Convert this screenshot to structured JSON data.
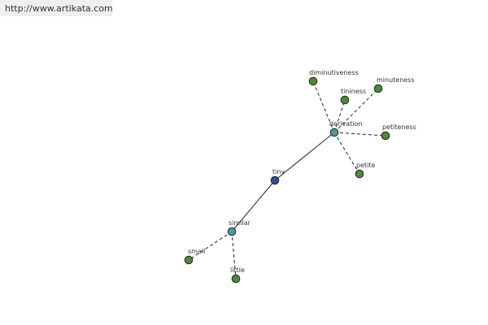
{
  "source": {
    "link_text": "http://www.artikata.com"
  },
  "graph": {
    "colors": {
      "root": "#3a4a8c",
      "relation": "#4f9a9a",
      "word": "#4a8a3a",
      "outline": "#1e2b1e",
      "edge": "#222222"
    },
    "nodes": [
      {
        "id": "tiny",
        "label": "tiny",
        "kind": "root"
      },
      {
        "id": "derivation",
        "label": "derivation",
        "kind": "relation"
      },
      {
        "id": "similar",
        "label": "similar",
        "kind": "relation"
      },
      {
        "id": "diminutiveness",
        "label": "diminutiveness",
        "kind": "word"
      },
      {
        "id": "tininess",
        "label": "tininess",
        "kind": "word"
      },
      {
        "id": "minuteness",
        "label": "minuteness",
        "kind": "word"
      },
      {
        "id": "petiteness",
        "label": "petiteness",
        "kind": "word"
      },
      {
        "id": "petite",
        "label": "petite",
        "kind": "word"
      },
      {
        "id": "small",
        "label": "small",
        "kind": "word"
      },
      {
        "id": "little",
        "label": "little",
        "kind": "word"
      }
    ],
    "edges": [
      {
        "from": "tiny",
        "to": "derivation",
        "style": "solid"
      },
      {
        "from": "tiny",
        "to": "similar",
        "style": "solid"
      },
      {
        "from": "derivation",
        "to": "diminutiveness",
        "style": "dashed"
      },
      {
        "from": "derivation",
        "to": "tininess",
        "style": "dashed"
      },
      {
        "from": "derivation",
        "to": "minuteness",
        "style": "dashed"
      },
      {
        "from": "derivation",
        "to": "petiteness",
        "style": "dashed"
      },
      {
        "from": "derivation",
        "to": "petite",
        "style": "dashed"
      },
      {
        "from": "similar",
        "to": "small",
        "style": "dashed"
      },
      {
        "from": "similar",
        "to": "little",
        "style": "dashed"
      }
    ]
  }
}
